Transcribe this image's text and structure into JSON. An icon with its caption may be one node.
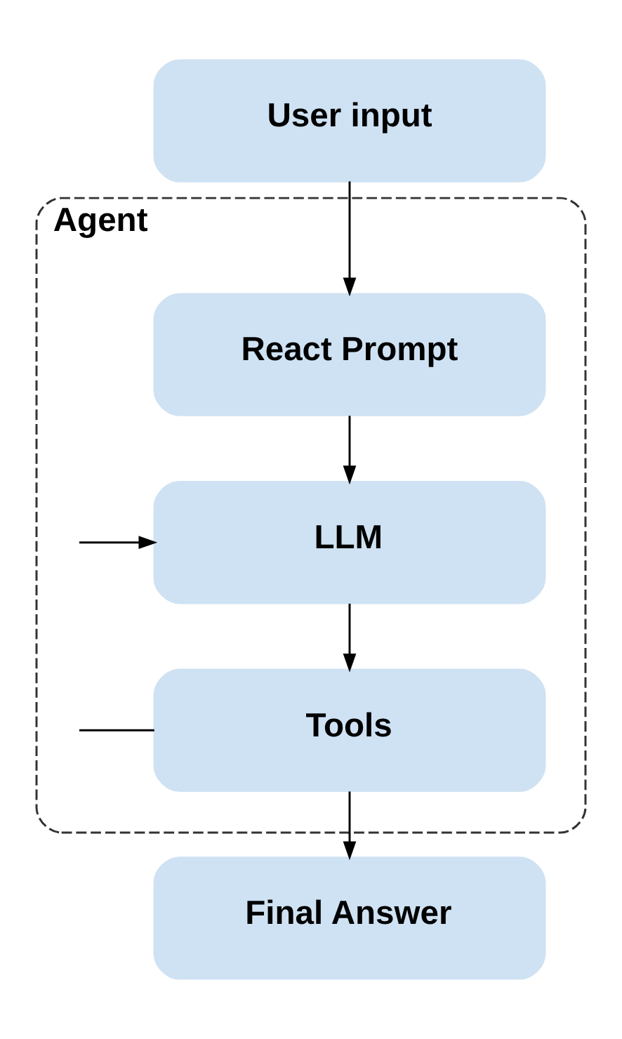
{
  "diagram": {
    "nodes": [
      {
        "text": [
          "User input"
        ]
      },
      {
        "text": [
          "Agent"
        ]
      },
      {
        "text": [
          "React Prompt"
        ],
        "in": 1
      },
      {
        "text": [
          "LLM"
        ],
        "in": 1
      },
      {
        "text": [
          "Tools"
        ],
        "in": 1
      },
      {
        "text": [
          "Final Answer"
        ]
      }
    ],
    "edges": [
      {
        "from": 0,
        "to": 2,
        "arrow": "to"
      },
      {
        "from": 2,
        "to": 3,
        "arrow": "to"
      },
      {
        "from": 3,
        "to": 4,
        "arrow": "to"
      },
      {
        "from": 4,
        "to": 5,
        "arrow": "to"
      },
      {
        "from": 4,
        "to": null,
        "arrow": "none"
      },
      {
        "from": null,
        "to": 3,
        "arrow": "to"
      }
    ]
  }
}
